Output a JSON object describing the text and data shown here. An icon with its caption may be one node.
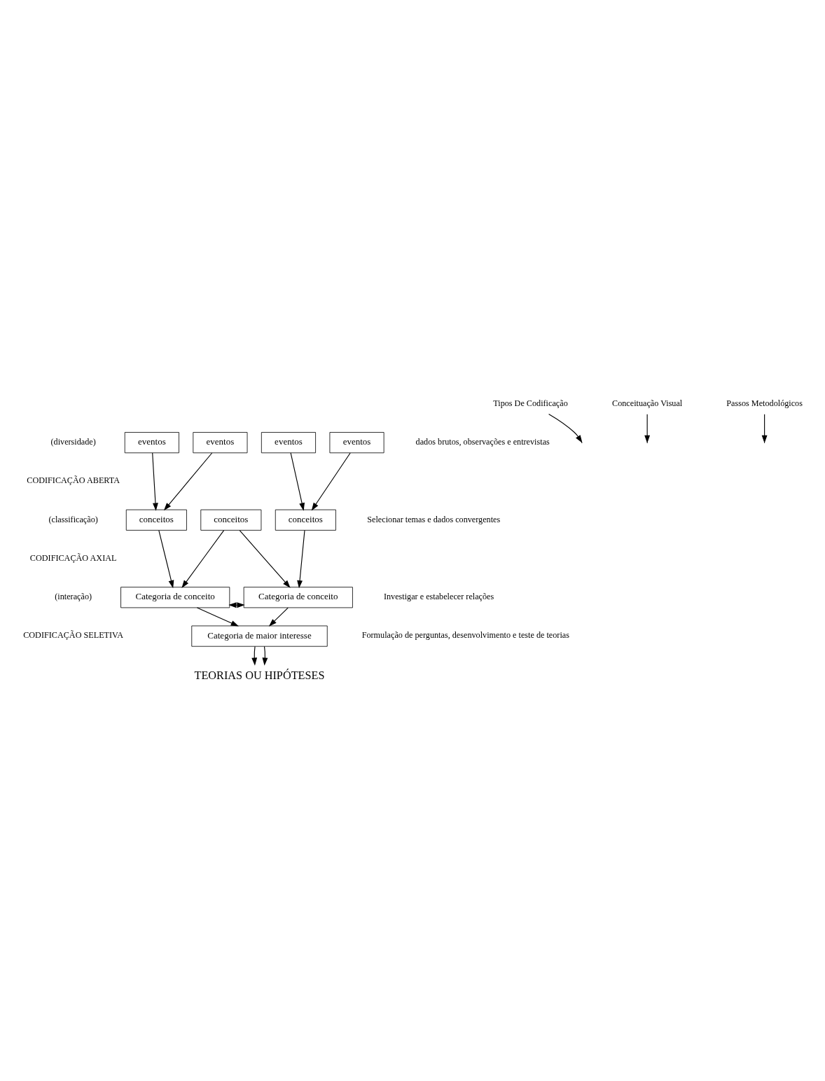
{
  "diagram": {
    "nodes": [
      {
        "text": [
          "Tipos De Codificação"
        ]
      },
      {
        "text": [
          "Conceituação Visual"
        ]
      },
      {
        "text": [
          "Passos Metodológicos"
        ]
      },
      {
        "text": [
          "eventos"
        ]
      },
      {
        "text": [
          "eventos"
        ]
      },
      {
        "text": [
          "eventos"
        ]
      },
      {
        "text": [
          "eventos"
        ]
      },
      {
        "text": [
          "conceitos"
        ]
      },
      {
        "text": [
          "conceitos"
        ]
      },
      {
        "text": [
          "conceitos"
        ]
      },
      {
        "text": [
          "Categoria de conceito"
        ]
      },
      {
        "text": [
          "Categoria de conceito"
        ]
      },
      {
        "text": [
          "Categoria de maior interesse"
        ]
      },
      {
        "text": [
          "TEORIAS OU HIPÓTESES"
        ]
      }
    ],
    "edges": [
      {
        "from": 0,
        "to": null,
        "arrow": "to"
      },
      {
        "from": 1,
        "to": null,
        "arrow": "to"
      },
      {
        "from": 2,
        "to": null,
        "arrow": "to"
      },
      {
        "from": 3,
        "to": 7,
        "arrow": "to"
      },
      {
        "from": 4,
        "to": 7,
        "arrow": "to"
      },
      {
        "from": 5,
        "to": 9,
        "arrow": "to"
      },
      {
        "from": 6,
        "to": 9,
        "arrow": "to"
      },
      {
        "from": 7,
        "to": 10,
        "arrow": "to"
      },
      {
        "from": 8,
        "to": 10,
        "arrow": "to"
      },
      {
        "from": 8,
        "to": 11,
        "arrow": "to"
      },
      {
        "from": 9,
        "to": 11,
        "arrow": "to"
      },
      {
        "from": 10,
        "to": 11,
        "arrow": "both"
      },
      {
        "from": 10,
        "to": 12,
        "arrow": "to"
      },
      {
        "from": 11,
        "to": 12,
        "arrow": "to"
      },
      {
        "from": 12,
        "to": 13,
        "arrow": "to"
      },
      {
        "from": 12,
        "to": 13,
        "arrow": "to"
      }
    ],
    "labels": [
      "(diversidade)",
      "dados brutos, observações e entrevistas",
      "CODIFICAÇÃO ABERTA",
      "(classificação)",
      "Selecionar temas e dados convergentes",
      "CODIFICAÇÃO AXIAL",
      "(interação)",
      "Investigar e estabelecer relações",
      "CODIFICAÇÃO SELETIVA",
      "Formulação de perguntas, desenvolvimento e teste de teorias"
    ]
  }
}
